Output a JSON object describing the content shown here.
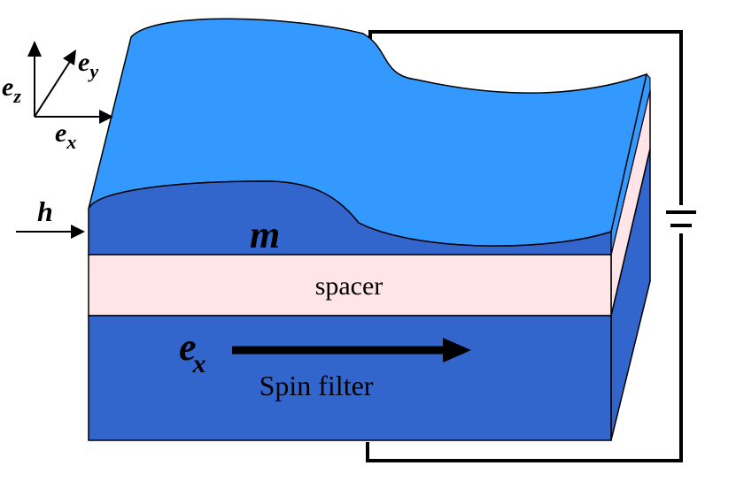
{
  "axes": {
    "ex_base": "e",
    "ex_sub": "x",
    "ey_base": "e",
    "ey_sub": "y",
    "ez_base": "e",
    "ez_sub": "z"
  },
  "field": {
    "label": "h"
  },
  "layers": {
    "magnet_label": "m",
    "spacer_label": "spacer",
    "filter_label": "Spin filter",
    "filter_pol_base": "e",
    "filter_pol_sub": "x"
  },
  "colors": {
    "free_layer_top": "#3399FF",
    "free_layer_front": "#3366CC",
    "spacer": "#FFE4E8",
    "spin_filter": "#3366CC",
    "line": "#000000"
  }
}
